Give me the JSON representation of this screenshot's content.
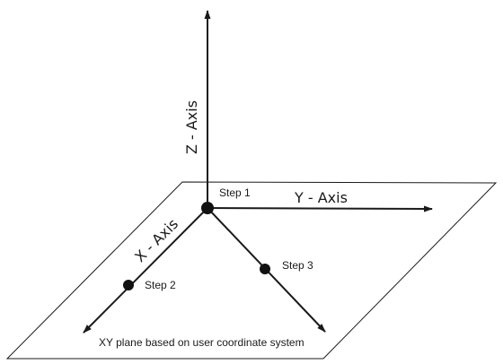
{
  "diagram": {
    "axes": {
      "z_label": "Z - Axis",
      "y_label": "Y - Axis",
      "x_label": "X - Axis"
    },
    "steps": {
      "step1": "Step 1",
      "step2": "Step 2",
      "step3": "Step 3"
    },
    "plane_caption": "XY plane based on user coordinate system",
    "colors": {
      "line": "#1a1a1a",
      "point": "#111111",
      "background": "#ffffff"
    }
  }
}
